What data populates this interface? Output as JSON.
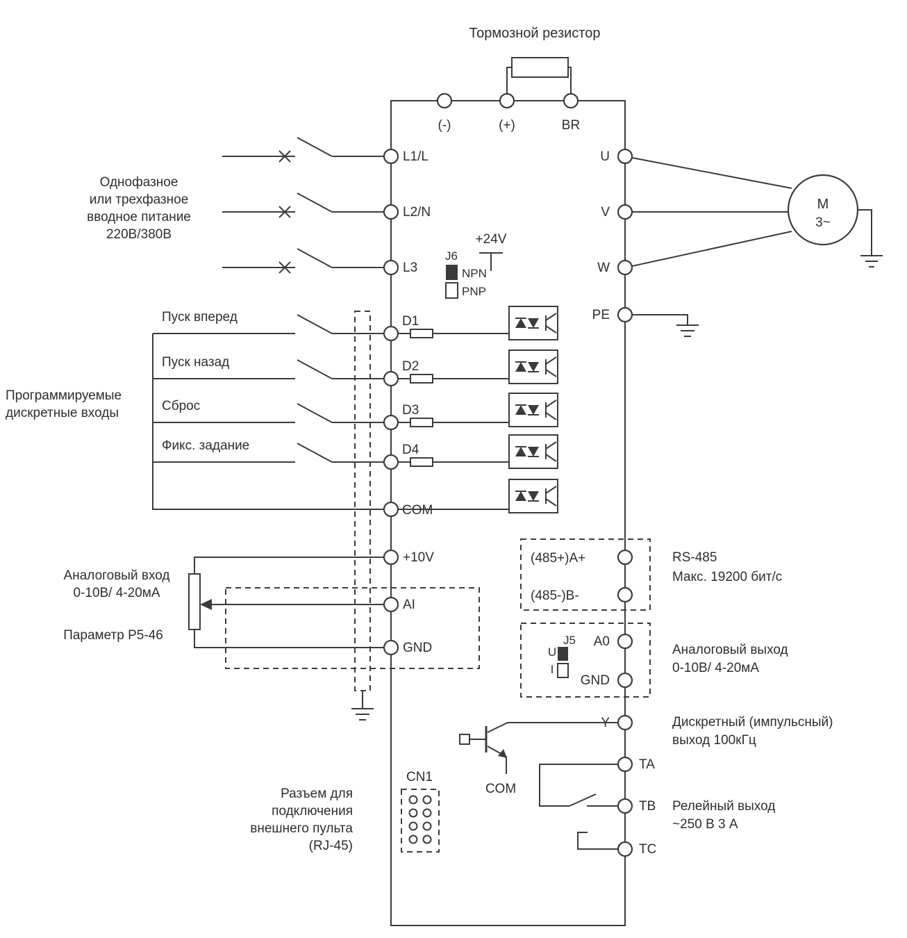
{
  "colors": {
    "line": "#3b3b3b",
    "text": "#2e2e2e",
    "background": "#ffffff"
  },
  "diagram": {
    "brake_resistor": {
      "label": "Тормозной резистор"
    },
    "dc_terminals": {
      "minus": "(-)",
      "plus": "(+)",
      "br": "BR"
    },
    "input": {
      "lines": [
        "Однофазное",
        "или трехфазное",
        "вводное питание",
        "220В/380В"
      ],
      "terminals": [
        "L1/L",
        "L2/N",
        "L3"
      ]
    },
    "output": {
      "terminals": [
        "U",
        "V",
        "W",
        "PE"
      ],
      "motor": {
        "label": "М",
        "phase": "3~"
      }
    },
    "jumper_j6": {
      "v24": "+24V",
      "label": "J6",
      "npn": "NPN",
      "pnp": "PNP"
    },
    "digital_inputs": {
      "group_label_lines": [
        "Программируемые",
        "дискретные входы"
      ],
      "functions": [
        "Пуск вперед",
        "Пуск назад",
        "Сброс",
        "Фикс. задание"
      ],
      "terminals": [
        "D1",
        "D2",
        "D3",
        "D4",
        "COM"
      ]
    },
    "analog_input": {
      "terminals": [
        "+10V",
        "AI",
        "GND"
      ],
      "label_lines": [
        "Аналоговый вход",
        "0-10В/ 4-20мА"
      ],
      "param": "Параметр P5-46"
    },
    "rs485": {
      "terminals": [
        "(485+)A+",
        "(485-)B-"
      ],
      "label_lines": [
        "RS-485",
        "Макс. 19200 бит/с"
      ]
    },
    "analog_output": {
      "jumper": "J5",
      "u": "U",
      "i": "I",
      "terminal_a0": "A0",
      "terminal_gnd": "GND",
      "label_lines": [
        "Аналоговый выход",
        "0-10В/ 4-20мА"
      ]
    },
    "pulse_output": {
      "terminal": "Y",
      "com": "COM",
      "label_lines": [
        "Дискретный (импульсный)",
        "выход 100кГц"
      ]
    },
    "relay": {
      "terminals": [
        "TA",
        "TB",
        "TC"
      ],
      "label_lines": [
        "Релейный выход",
        "~250 В 3 А"
      ]
    },
    "keypad": {
      "connector": "CN1",
      "label_lines": [
        "Разъем для",
        "подключения",
        "внешнего пульта",
        "(RJ-45)"
      ]
    }
  }
}
